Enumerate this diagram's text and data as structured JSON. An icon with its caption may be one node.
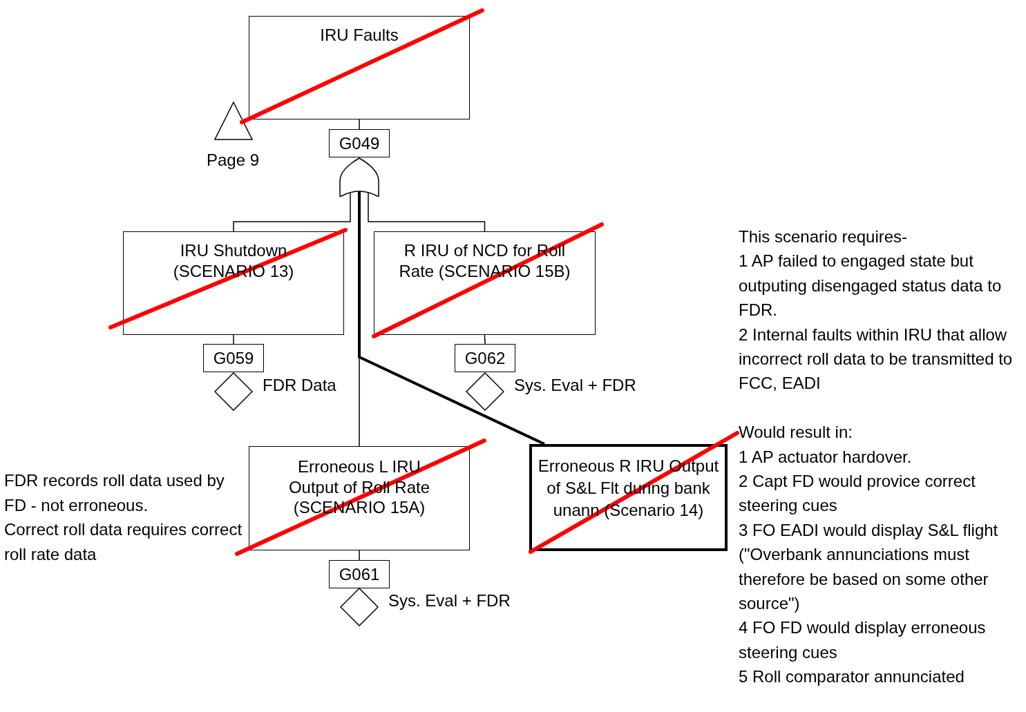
{
  "diagram": {
    "nodes": [
      {
        "text": [
          "IRU Faults"
        ]
      },
      {
        "text": [
          "G049"
        ]
      },
      {
        "text": [],
        "shape": "gate"
      },
      {
        "text": [],
        "shape": "triangle",
        "beside": [
          "Page 9"
        ]
      },
      {
        "text": [
          "IRU Shutdown (SCENARIO 13)"
        ]
      },
      {
        "text": [
          "G059"
        ]
      },
      {
        "text": [],
        "shape": "diamond",
        "beside": [
          "FDR Data"
        ]
      },
      {
        "text": [
          "R IRU of NCD for Roll Rate (SCENARIO 15B)"
        ]
      },
      {
        "text": [
          "G062"
        ]
      },
      {
        "text": [],
        "shape": "diamond",
        "beside": [
          "Sys. Eval + FDR"
        ]
      },
      {
        "text": [
          "Erroneous L IRU Output of Roll Rate (SCENARIO 15A)"
        ]
      },
      {
        "text": [
          "G061"
        ]
      },
      {
        "text": [],
        "shape": "diamond",
        "beside": [
          "Sys. Eval + FDR"
        ]
      },
      {
        "text": [
          "Erroneous R IRU Output of S&L Flt during bank unann (Scenario 14)"
        ]
      }
    ],
    "edges": [
      {
        "from": 0,
        "to": 1,
        "arrow": "none"
      },
      {
        "from": 2,
        "to": 4,
        "arrow": "none"
      },
      {
        "from": 2,
        "to": 7,
        "arrow": "none"
      },
      {
        "from": 2,
        "to": 10,
        "arrow": "none"
      },
      {
        "from": 2,
        "to": 13,
        "arrow": "none",
        "style": "thick"
      },
      {
        "from": 4,
        "to": 5,
        "arrow": "none"
      },
      {
        "from": 7,
        "to": 8,
        "arrow": "none"
      },
      {
        "from": 10,
        "to": 11,
        "arrow": "none"
      }
    ],
    "labels": [
      "FDR records roll data used by FD - not erroneous.",
      "Correct roll data requires correct roll rate data",
      "This scenario requires-",
      "1 AP failed to engaged state but outputing disengaged status data to FDR.",
      "2 Internal faults within IRU that allow incorrect roll data to be transmitted to FCC, EADI",
      "Would result in:",
      "1 AP actuator hardover.",
      "2 Capt FD would provice correct steering cues",
      "3 FO EADI would display S&L flight",
      "(\"Overbank annunciations must therefore be based on some other source\")",
      "4 FO FD would display erroneous steering cues",
      "5 Roll comparator annunciated"
    ]
  }
}
